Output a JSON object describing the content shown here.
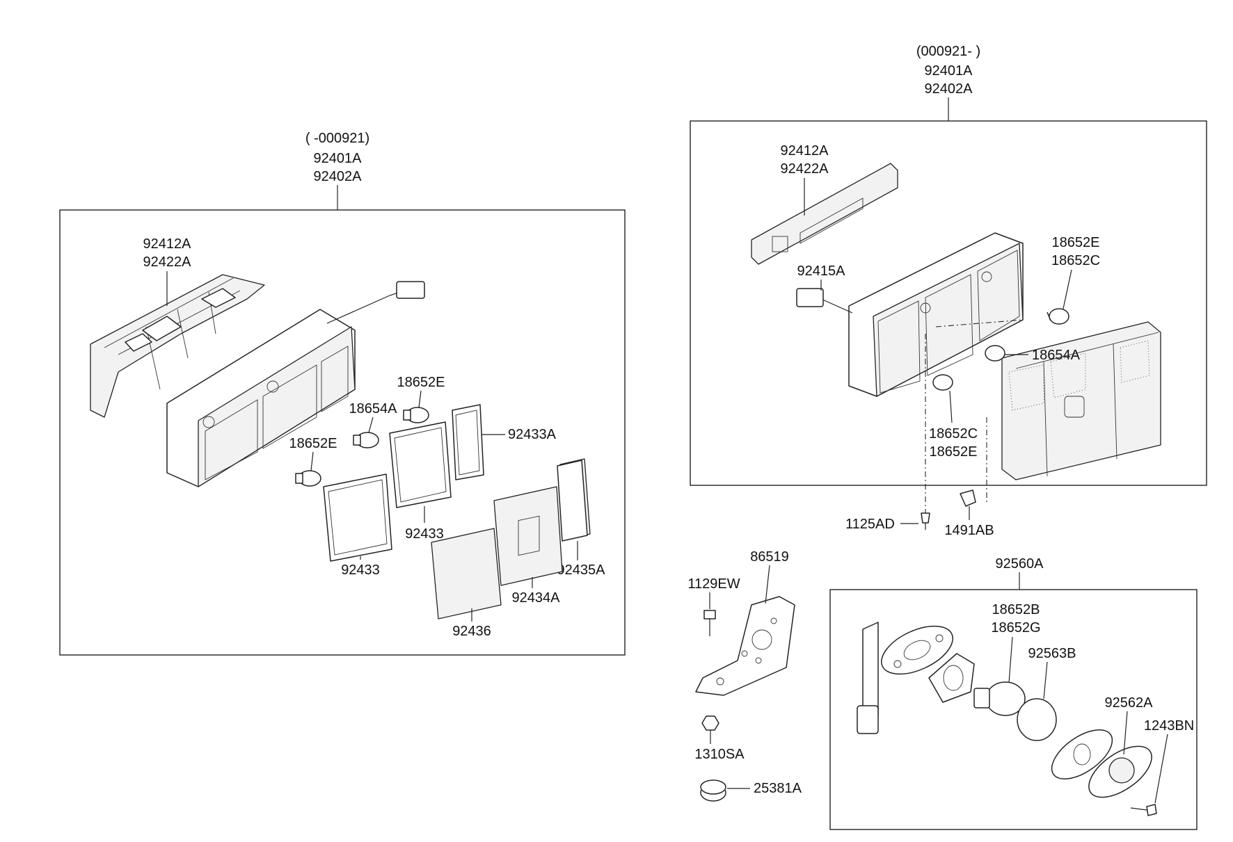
{
  "left_group": {
    "range": "( -000921)",
    "codes": [
      "92401A",
      "92402A"
    ],
    "labels": {
      "bracket_top": [
        "92412A",
        "92422A"
      ],
      "bulb_right": "18652E",
      "bulb_mid": "18654A",
      "bulb_left": "18652E",
      "gasket_small": "92433A",
      "gasket_mid": "92433",
      "gasket_left": "92433",
      "lens_right": "92435A",
      "lens_mid": "92434A",
      "lens_left": "92436"
    }
  },
  "right_group": {
    "range": "(000921- )",
    "codes": [
      "92401A",
      "92402A"
    ],
    "labels": {
      "bracket_top": [
        "92412A",
        "92422A"
      ],
      "connector": "92415A",
      "bulb_top": [
        "18652E",
        "18652C"
      ],
      "bulb_mid": "18654A",
      "bulb_low": [
        "18652C",
        "18652E"
      ],
      "screw": "1125AD",
      "clip": "1491AB"
    }
  },
  "bottom_parts": {
    "bracket": "86519",
    "bolt": "1129EW",
    "nut": "1310SA",
    "bushing": "25381A"
  },
  "license_lamp_group": {
    "code": "92560A",
    "labels": {
      "bulb": [
        "18652B",
        "18652G"
      ],
      "cover": "92563B",
      "lens": "92562A",
      "screw": "1243BN"
    }
  }
}
